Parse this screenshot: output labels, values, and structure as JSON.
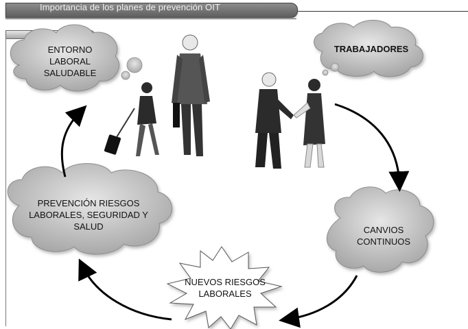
{
  "title": "Importancia de los planes de prevención OIT",
  "nodes": {
    "entorno": [
      "ENTORNO",
      "LABORAL",
      "SALUDABLE"
    ],
    "trabajadores": [
      "TRABAJADORES"
    ],
    "prevencion": [
      "PREVENCIÓN RIESGOS",
      "LABORALES, SEGURIDAD Y",
      "SALUD"
    ],
    "canvios": [
      "CANVIOS",
      "CONTINUOS"
    ],
    "nuevos": [
      "NUEVOS RIESGOS",
      "LABORALES"
    ]
  },
  "colors": {
    "cloud": "#c9c9c9",
    "cloud_edge": "#9a9a9a",
    "suit": "#2b2b2b",
    "burst": "#ffffff"
  }
}
